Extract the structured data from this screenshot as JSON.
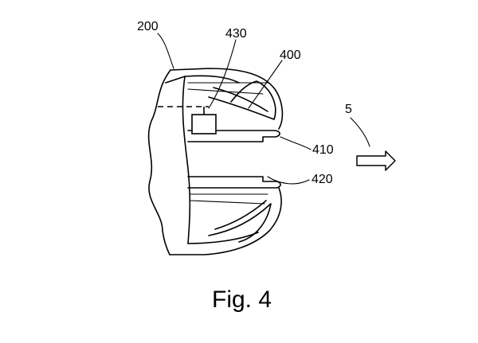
{
  "figure": {
    "caption": "Fig. 4",
    "labels": {
      "ref_200": "200",
      "ref_430": "430",
      "ref_400": "400",
      "ref_5": "5",
      "ref_410": "410",
      "ref_420": "420"
    },
    "colors": {
      "line": "#000000",
      "background": "#ffffff"
    }
  }
}
